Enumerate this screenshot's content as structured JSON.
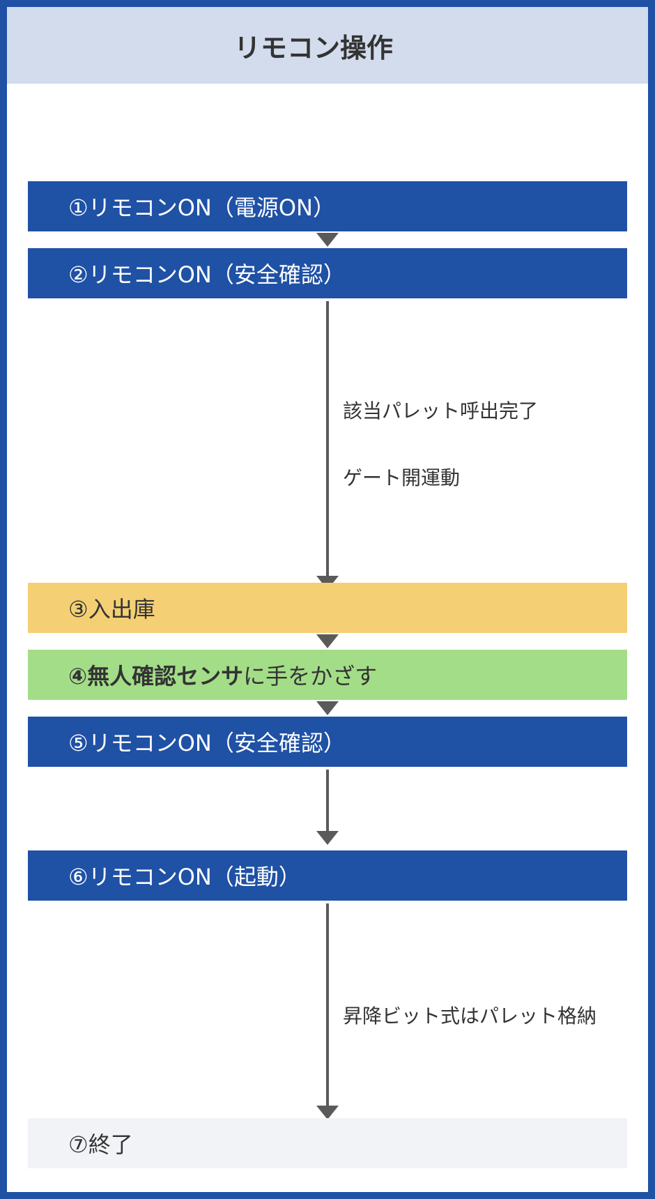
{
  "title": "リモコン操作",
  "steps": [
    {
      "label": "①リモコンON（電源ON）"
    },
    {
      "label": "②リモコンON（安全確認）"
    },
    {
      "label": "③入出庫"
    },
    {
      "label_bold": "④無人確認センサ",
      "label_rest": "に手をかざす"
    },
    {
      "label": "⑤リモコンON（安全確認）"
    },
    {
      "label": "⑥リモコンON（起動）"
    },
    {
      "label": "⑦終了"
    }
  ],
  "notes": {
    "after_step2": [
      "該当パレット呼出完了",
      "ゲート開運動"
    ],
    "after_step6": [
      "昇降ビット式はパレット格納"
    ]
  },
  "colors": {
    "frame": "#1f51a5",
    "header": "#d2dcec",
    "step_blue": "#1f51a5",
    "step_yellow": "#f4cf73",
    "step_green": "#a3dd88",
    "step_end": "#f1f3f7",
    "arrow": "#5a5a5a"
  }
}
